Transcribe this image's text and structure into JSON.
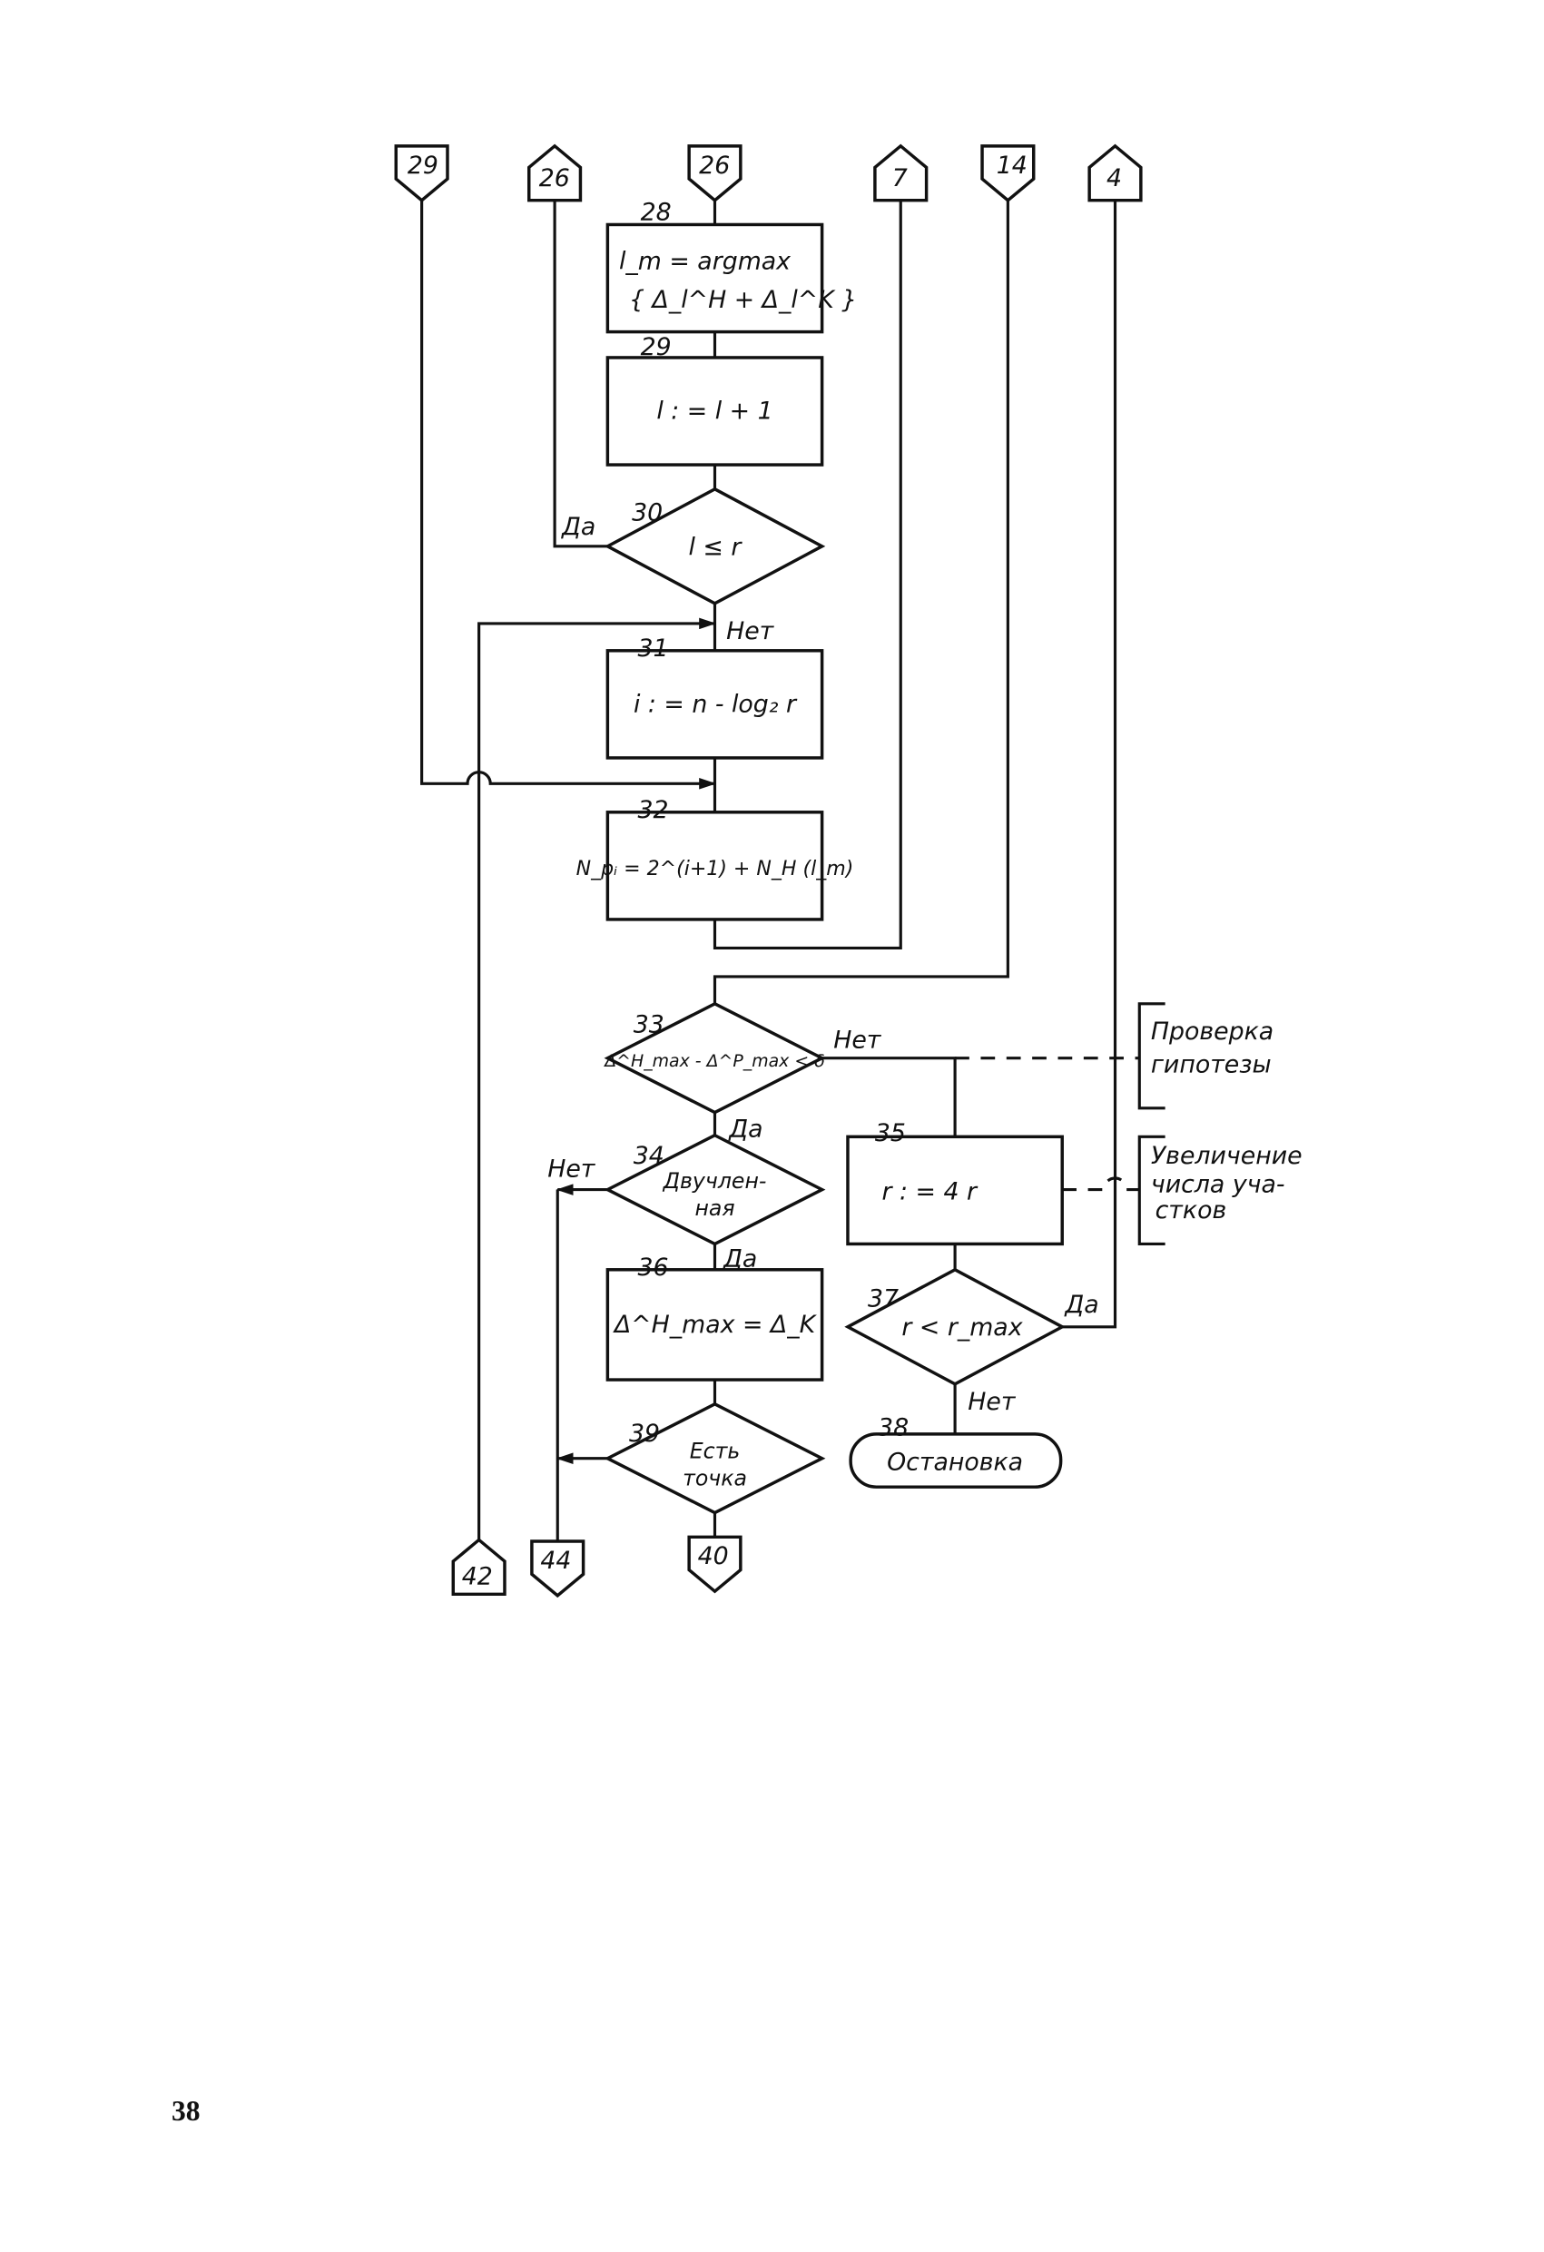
{
  "connectors_top": [
    "29",
    "26",
    "26",
    "7",
    "14",
    "4"
  ],
  "connectors_bottom": [
    "42",
    "44",
    "40"
  ],
  "blocks": {
    "b28": {
      "num": "28",
      "line1": "l_m = argmax",
      "line2": "{ Δ_l^H + Δ_l^K }"
    },
    "b29": {
      "num": "29",
      "text": "l : = l + 1"
    },
    "b30": {
      "num": "30",
      "text": "l ≤ r",
      "yes": "Да",
      "no": "Нет"
    },
    "b31": {
      "num": "31",
      "text": "i : = n - log₂ r"
    },
    "b32": {
      "num": "32",
      "text": "N_pᵢ = 2^(i+1) + N_H (l_m)"
    },
    "b33": {
      "num": "33",
      "text": "Δ^H_max - Δ^P_max < δ",
      "yes": "Да",
      "no": "Нет"
    },
    "b34": {
      "num": "34",
      "line1": "Двучлен-",
      "line2": "ная",
      "yes": "Да",
      "no": "Нет"
    },
    "b35": {
      "num": "35",
      "text": "r : = 4 r"
    },
    "b36": {
      "num": "36",
      "text": "Δ^H_max = Δ_K"
    },
    "b37": {
      "num": "37",
      "text": "r < r_max",
      "yes": "Да",
      "no": "Нет"
    },
    "b38": {
      "num": "38",
      "text": "Остановка"
    },
    "b39": {
      "num": "39",
      "line1": "Есть",
      "line2": "точка"
    }
  },
  "annotations": {
    "check": [
      "Проверка",
      "гипотезы"
    ],
    "increase": [
      "Увеличение",
      "числа уча-",
      "стков"
    ]
  },
  "page_number": "38"
}
